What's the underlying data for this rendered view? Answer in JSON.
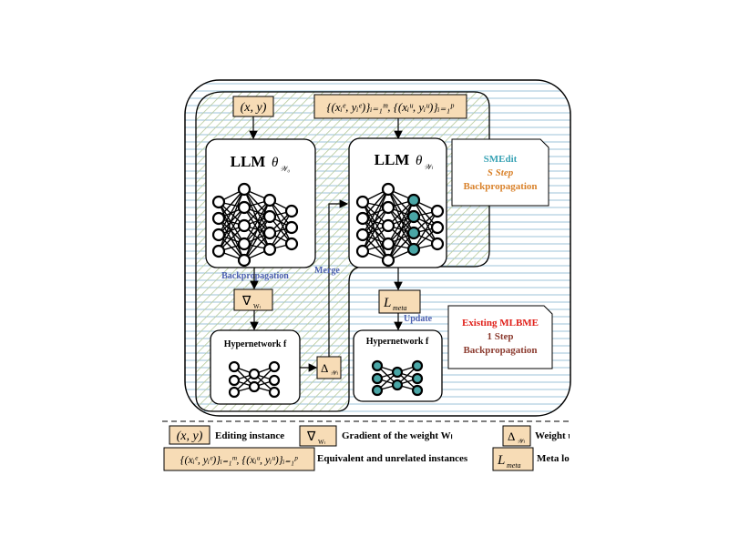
{
  "colors": {
    "box_fill": "#f7dcb6",
    "blue_text": "#4a5fb0",
    "smedit_title": "#3aa3b5",
    "smedit_orange": "#d9822b",
    "existing_red": "#e0201a",
    "existing_dark": "#8b3a2e",
    "teal_node": "#4aa6a6",
    "hatch_green": "#b5c99a",
    "hatch_blue": "#9ec3d9"
  },
  "inputs": {
    "edit_instance": "(x, y)",
    "equiv_unrelated": "{(xᵢᵉ, yᵢᵉ)}ᵢ₌₁ᵐ, {(xᵢᵘ, yᵢᵘ)}ᵢ₌₁ᵖ"
  },
  "left_llm": {
    "label": "LLM",
    "param": "θ",
    "param_sub": "𝒲₀"
  },
  "right_llm": {
    "label": "LLM",
    "param": "θ",
    "param_sub": "𝒲ₗ"
  },
  "hypernetwork_left": {
    "label": "Hypernetwork f"
  },
  "hypernetwork_right": {
    "label": "Hypernetwork f"
  },
  "flow": {
    "backpropagation": "Backpropagation",
    "merge": "Merge",
    "update": "Update",
    "gradient_symbol": "∇",
    "gradient_sub": "Wₗ",
    "delta_symbol": "Δ",
    "delta_sub": "𝒲ₗ",
    "meta_loss": "L",
    "meta_loss_sub": "meta"
  },
  "smedit_note": {
    "title": "SMEdit",
    "line2": "S Step",
    "line3": "Backpropagation"
  },
  "existing_note": {
    "title": "Existing MLBME",
    "line2": "1 Step",
    "line3": "Backpropagation"
  },
  "legend": {
    "row1": [
      {
        "symbol": "(x, y)",
        "text": "Editing instance"
      },
      {
        "symbol": "∇",
        "symbol_sub": "Wₗ",
        "text": "Gradient of the weight Wₗ"
      },
      {
        "symbol": "Δ",
        "symbol_sub": "𝒲ₗ",
        "text": "Weight upda"
      }
    ],
    "row2": [
      {
        "symbol": "{(xᵢᵉ, yᵢᵉ)}ᵢ₌₁ᵐ, {(xᵢᵘ, yᵢᵘ)}ᵢ₌₁ᵖ",
        "text": "Equivalent and unrelated instances"
      },
      {
        "symbol": "L",
        "symbol_sub": "meta",
        "text": "Meta lo"
      }
    ]
  }
}
